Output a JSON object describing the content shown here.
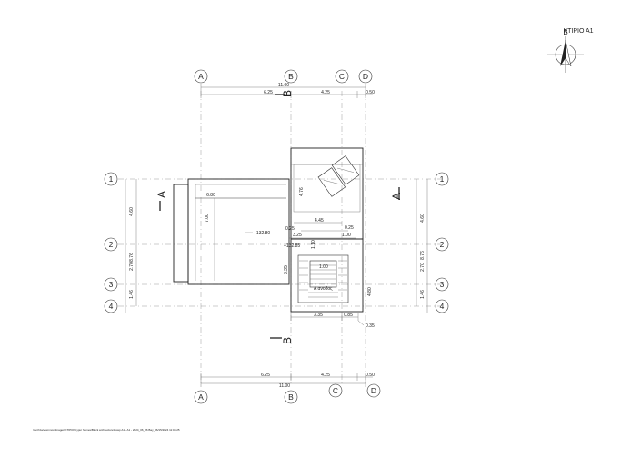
{
  "drawing": {
    "building_label": "ΚΤΙΡΙΟ Α1",
    "north_letter": "Β",
    "footer_path": "\\\\Archive\\common\\Images\\ΚΤΙΡΙΟ\\Cypur homes\\Block architecture\\Gosp A1 - A1 - 2024_06_26 Bay_06/15/2024 11:08:25",
    "grid_cols": [
      "A",
      "B",
      "C",
      "D"
    ],
    "grid_rows": [
      "1",
      "2",
      "3",
      "4"
    ],
    "section_letters": [
      "A",
      "A",
      "B",
      "B"
    ],
    "dims_top": {
      "total": "11.00",
      "seg1": "6.25",
      "seg2": "4.25",
      "seg3": "0.50"
    },
    "dims_bottom": {
      "total": "11.00",
      "seg1": "6.25",
      "seg2": "4.25",
      "seg3": "0.50"
    },
    "dims_left": [
      "4.60",
      "8.76",
      "2.70",
      "1.46"
    ],
    "dims_right": [
      "4.60",
      "8.76",
      "2.70",
      "1.46"
    ],
    "inner_dims": {
      "main_width": "6.80",
      "main_height": "7.00",
      "upper_room": "4.45",
      "d_025a": "0.25",
      "d_325": "3.25",
      "d_100": "1.00",
      "d_335": "3.35",
      "d_085": "0.85",
      "d_035": "0.35",
      "d_335v": "3.35",
      "d_140": "4.80",
      "d_476": "4.76",
      "d_100s": "1.00",
      "d_110": "1.10",
      "d_025b": "0.25"
    },
    "levels": {
      "lvl1": "+132.80",
      "lvl2": "+132.85"
    },
    "stair_label": "Α\nανοδος"
  }
}
